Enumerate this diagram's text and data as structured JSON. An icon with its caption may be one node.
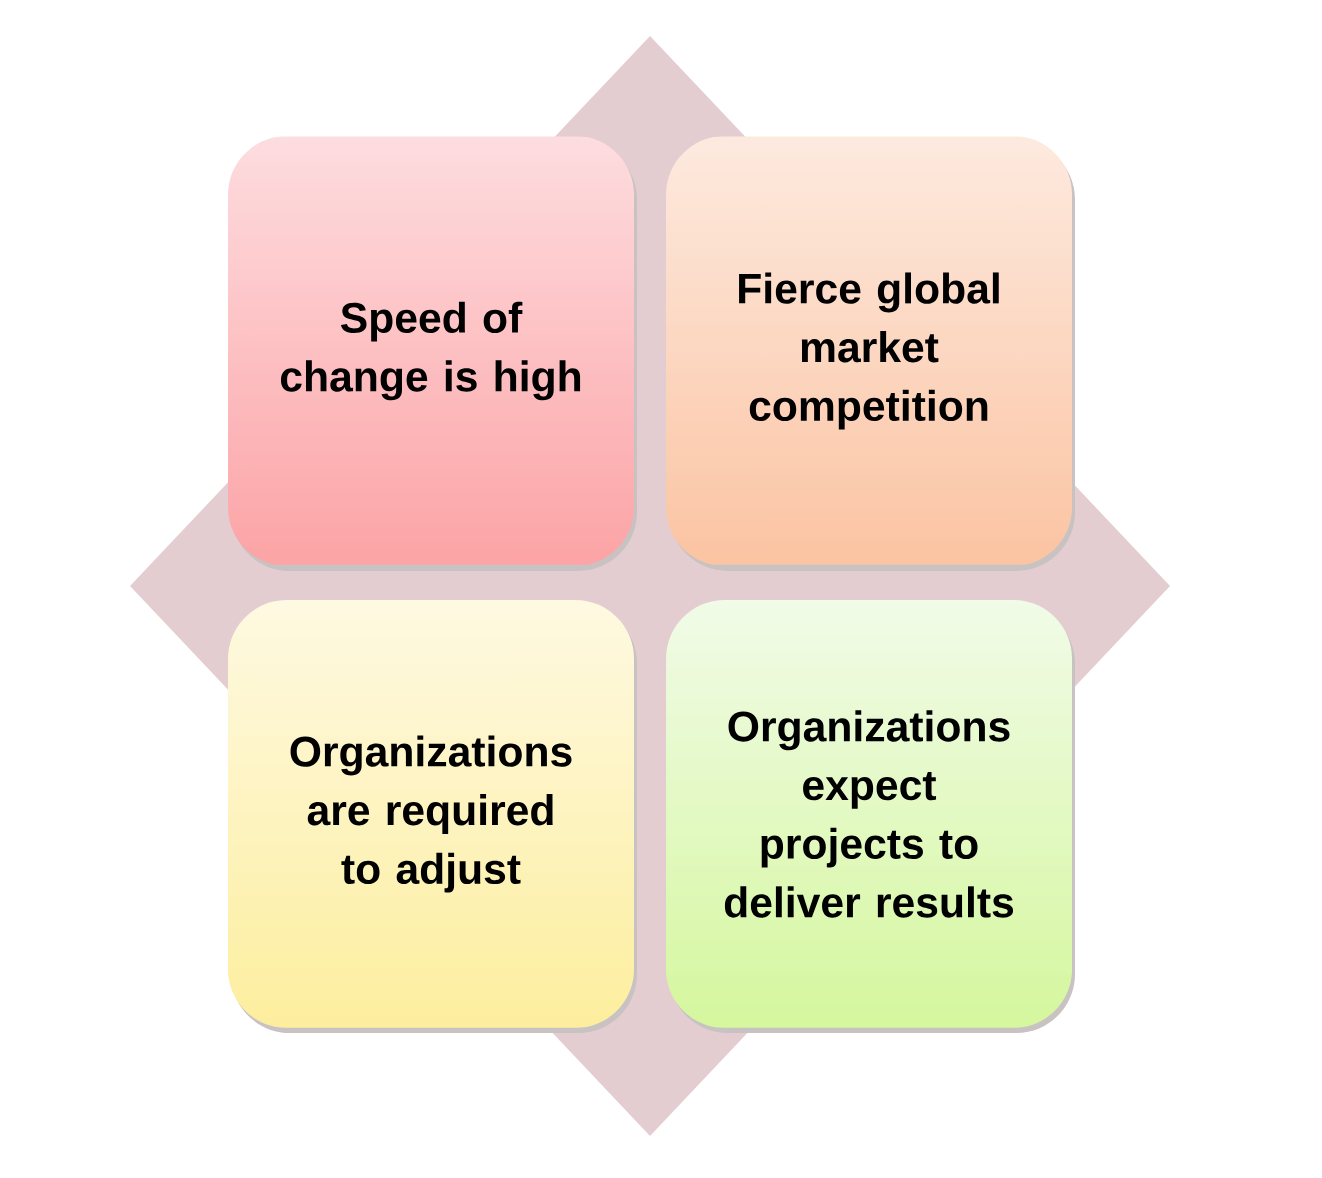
{
  "diagram": {
    "nodes": [
      {
        "text": [
          "Speed of change is high"
        ]
      },
      {
        "text": [
          "Fierce global market competition"
        ]
      },
      {
        "text": [
          "Organizations are required to adjust"
        ]
      },
      {
        "text": [
          "Organizations expect projects to deliver results"
        ]
      }
    ]
  }
}
